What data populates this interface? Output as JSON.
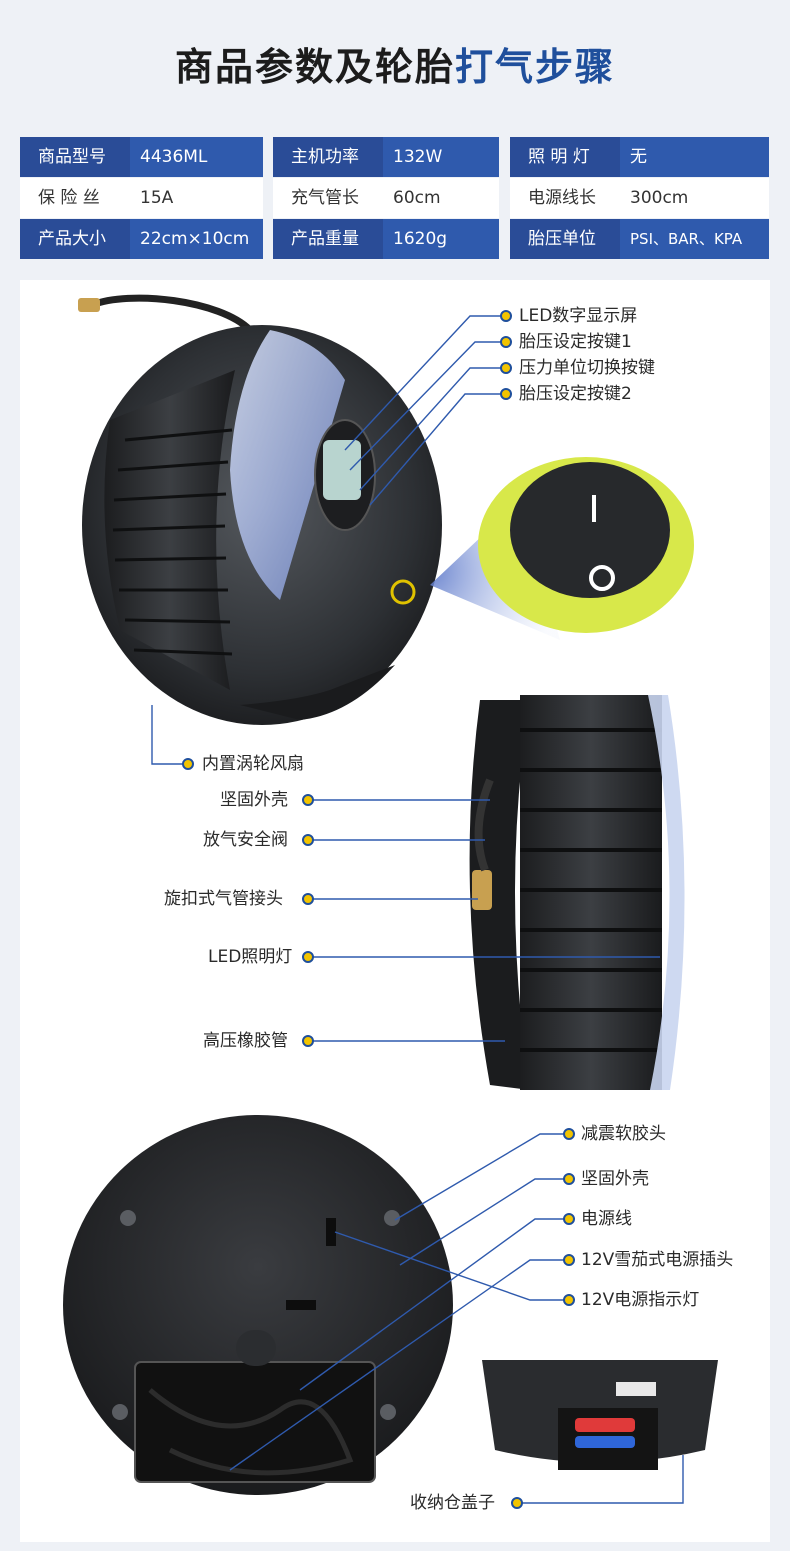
{
  "title": {
    "main": "商品参数及轮胎",
    "accent": "打气步骤"
  },
  "specs": {
    "row1": [
      {
        "label": "商品型号",
        "value": "4436ML"
      },
      {
        "label": "主机功率",
        "value": "132W"
      },
      {
        "label": "照 明 灯",
        "value": "无"
      }
    ],
    "row2": [
      {
        "label": "保 险 丝",
        "value": "15A"
      },
      {
        "label": "充气管长",
        "value": "60cm"
      },
      {
        "label": "电源线长",
        "value": "300cm"
      }
    ],
    "row3": [
      {
        "label": "产品大小",
        "value": "22cm×10cm"
      },
      {
        "label": "产品重量",
        "value": "1620g"
      },
      {
        "label": "胎压单位",
        "value": "PSI、BAR、KPA"
      }
    ]
  },
  "callouts": {
    "led_display": "LED数字显示屏",
    "pressure_key_1": "胎压设定按键1",
    "unit_switch_key": "压力单位切换按键",
    "pressure_key_2": "胎压设定按键2",
    "turbo_fan": "内置涡轮风扇",
    "shell_side": "坚固外壳",
    "safety_valve": "放气安全阀",
    "hose_connector": "旋扣式气管接头",
    "led_light": "LED照明灯",
    "rubber_hose": "高压橡胶管",
    "rubber_feet": "减震软胶头",
    "shell_bottom": "坚固外壳",
    "power_cord": "电源线",
    "cigar_plug": "12V雪茄式电源插头",
    "power_indicator": "12V电源指示灯",
    "storage_lid": "收纳仓盖子"
  },
  "colors": {
    "accent": "#1f4f9c",
    "label_blue": "#2a4c97",
    "value_blue": "#2f5aad",
    "switch_ring": "#d8e84a"
  }
}
